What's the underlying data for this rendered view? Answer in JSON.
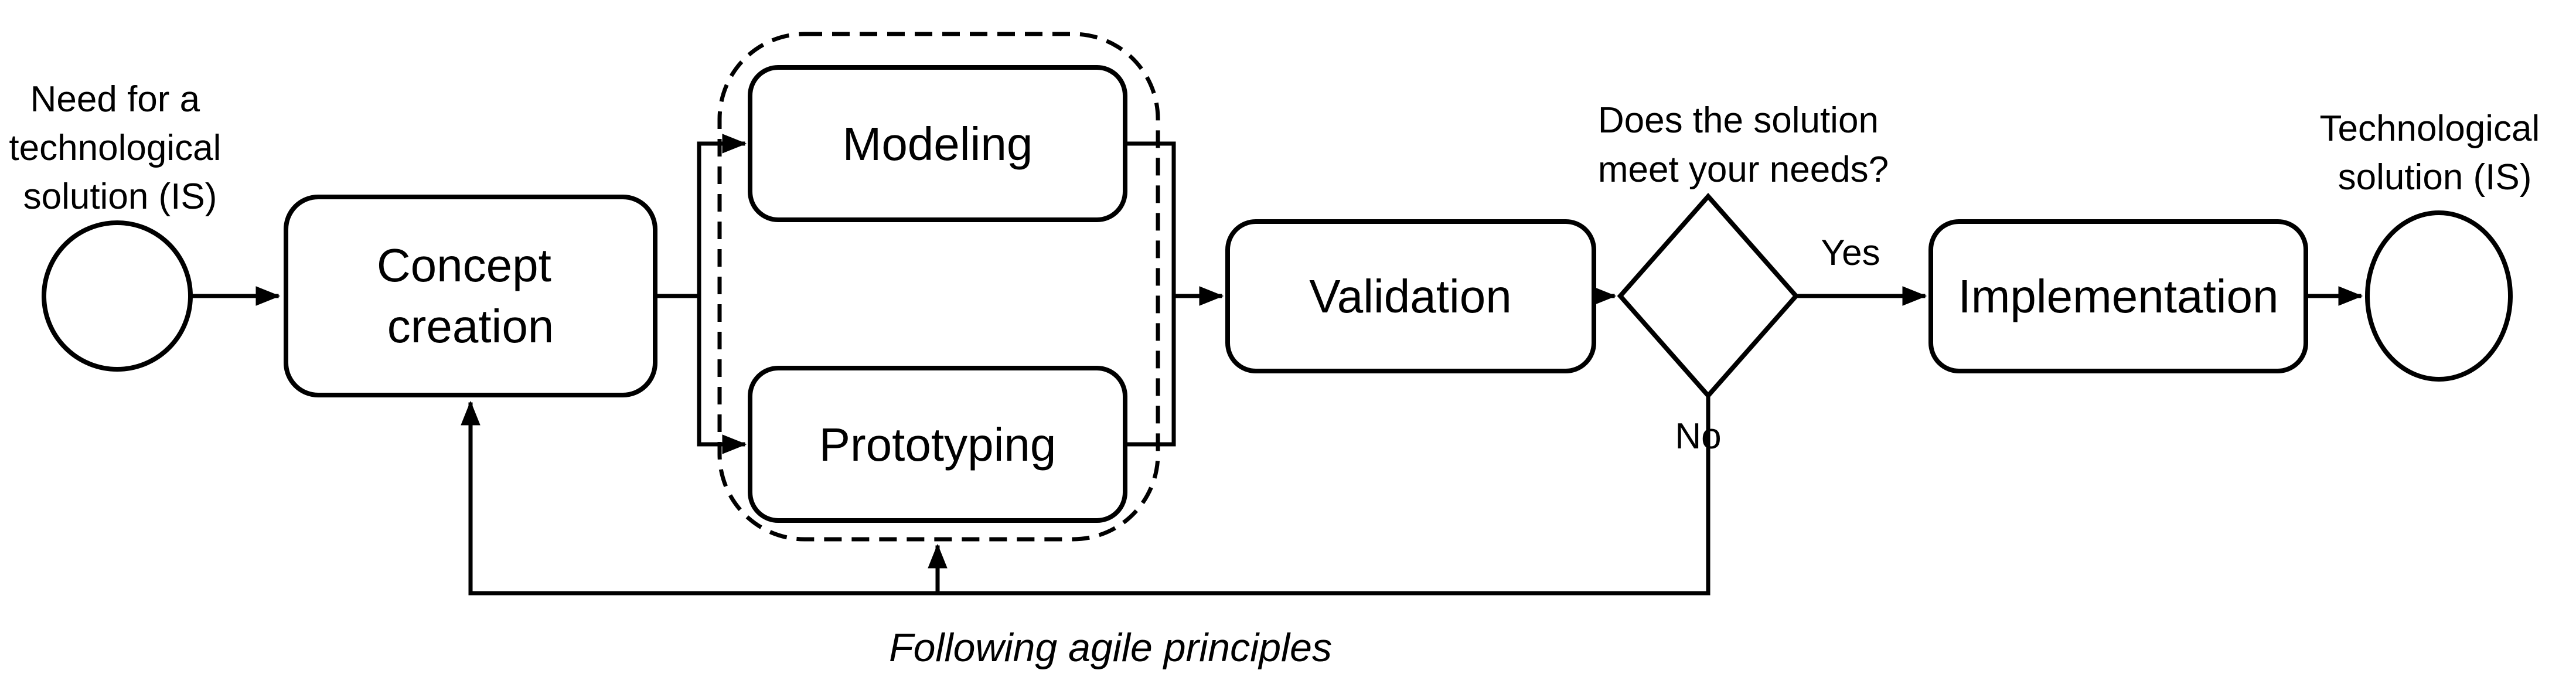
{
  "colors": {
    "background": "#ffffff",
    "stroke": "#000000",
    "text": "#000000"
  },
  "labels": {
    "start_lines": [
      "Need for a",
      "technological",
      "solution (IS)"
    ],
    "end_lines": [
      "Technological",
      "solution (IS)"
    ],
    "question_lines": [
      "Does the solution",
      "meet your needs?"
    ],
    "yes": "Yes",
    "no": "No",
    "caption": "Following agile principles"
  },
  "nodes": {
    "concept_lines": [
      "Concept",
      "creation"
    ],
    "modeling": "Modeling",
    "prototyping": "Prototyping",
    "validation": "Validation",
    "implementation": "Implementation"
  }
}
